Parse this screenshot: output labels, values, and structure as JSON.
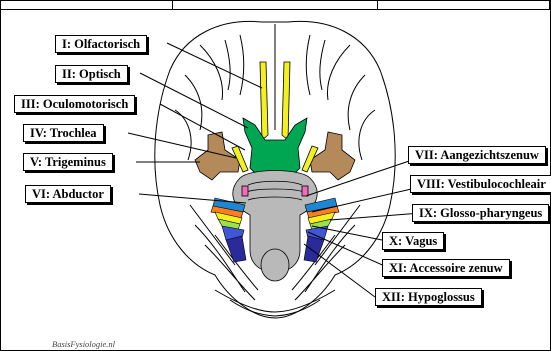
{
  "labels": {
    "I": "I: Olfactorisch",
    "II": "II: Optisch",
    "III": "III: Oculomotorisch",
    "IV": "IV: Trochlea",
    "V": "V: Trigeminus",
    "VI": "VI: Abductor",
    "VII": "VII: Aangezichtszenuw",
    "VIII": "VIII: Vestibulocochleair",
    "IX": "IX: Glosso-pharyngeus",
    "X": "X: Vagus",
    "XI": "XI: Accessoire zenuw",
    "XII": "XII: Hypoglossus"
  },
  "credit": "BasisFysiologie.nl",
  "colors": {
    "olfactory": "#f2f020",
    "optic": "#00a651",
    "trigeminal": "#b48a5a",
    "brainstem": "#b9b9b9",
    "facial": "#f06bb8",
    "vestibular": "#1f86d1",
    "glosso": "#ff7f1f",
    "vagus": "#3f57d6",
    "hypoglossal": "#2a2a9a",
    "accessory": "#9be24a"
  }
}
